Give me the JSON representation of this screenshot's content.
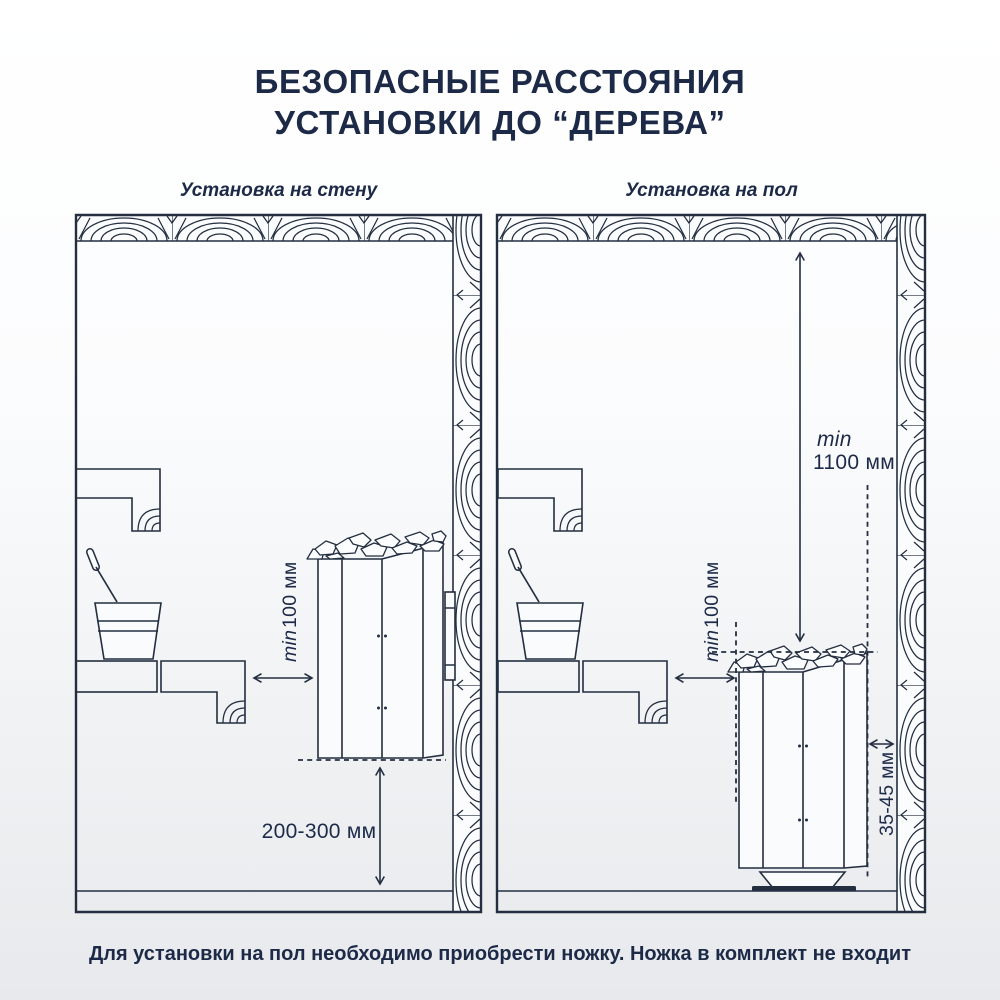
{
  "title": {
    "line1": "БЕЗОПАСНЫЕ РАССТОЯНИЯ",
    "line2": "УСТАНОВКИ ДО “ДЕРЕВА”"
  },
  "panels": {
    "wall": {
      "label": "Установка на стену",
      "side_gap_min": "min",
      "side_gap_value": "100 мм",
      "bottom_gap_value": "200-300 мм"
    },
    "floor": {
      "label": "Установка на пол",
      "side_gap_min": "min",
      "side_gap_value": "100 мм",
      "top_gap_min": "min",
      "top_gap_value": "1100 мм",
      "back_gap_value": "35-45 мм"
    }
  },
  "footnote": "Для установки на пол необходимо приобрести ножку. Ножка в комплект не входит",
  "icons": [
    "wood-grain-texture",
    "sauna-bucket-icon",
    "ladle-icon",
    "heater-stones-icon",
    "dimension-arrow-icon"
  ],
  "colors": {
    "line": "#232e40",
    "text": "#1c2a47",
    "background_top": "#ffffff",
    "background_bottom": "#e7e9ec"
  }
}
